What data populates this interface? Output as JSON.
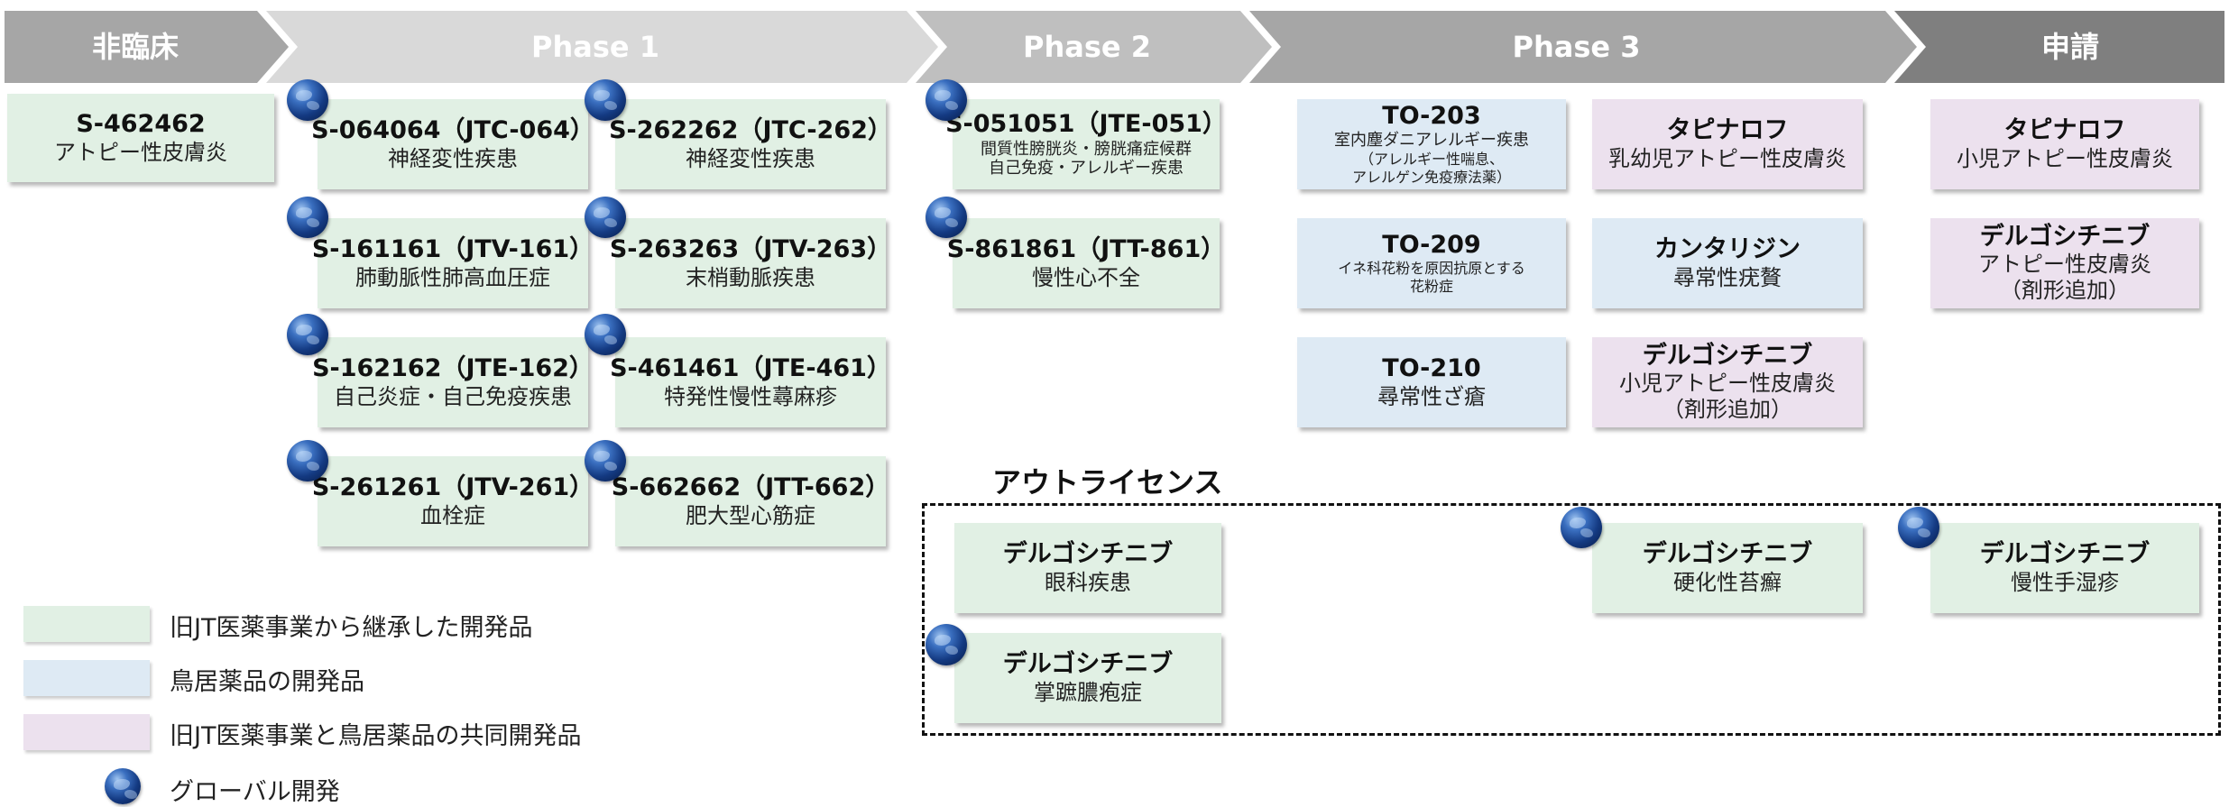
{
  "phases": [
    "非臨床",
    "Phase 1",
    "Phase 2",
    "Phase 3",
    "申請"
  ],
  "colors": {
    "green": "#e1f0e4",
    "blue": "#deeaf4",
    "pink": "#ece1ee",
    "phase_nonclinical": "#a6a6a6",
    "phase_1": "#d9d9d9",
    "phase_2": "#bfbfbf",
    "phase_3": "#a6a6a6",
    "phase_filing": "#7f7f7f"
  },
  "nonclinical": [
    {
      "title": "S-462462",
      "sub": "アトピー性皮膚炎"
    }
  ],
  "phase1": [
    {
      "title": "S-064064（JTC-064）",
      "sub": "神経変性疾患"
    },
    {
      "title": "S-262262（JTC-262）",
      "sub": "神経変性疾患"
    },
    {
      "title": "S-161161（JTV-161）",
      "sub": "肺動脈性肺高血圧症"
    },
    {
      "title": "S-263263（JTV-263）",
      "sub": "末梢動脈疾患"
    },
    {
      "title": "S-162162（JTE-162）",
      "sub": "自己炎症・自己免疫疾患"
    },
    {
      "title": "S-461461（JTE-461）",
      "sub": "特発性慢性蕁麻疹"
    },
    {
      "title": "S-261261（JTV-261）",
      "sub": "血栓症"
    },
    {
      "title": "S-662662（JTT-662）",
      "sub": "肥大型心筋症"
    }
  ],
  "phase2": [
    {
      "title": "S-051051（JTE-051）",
      "sub1": "間質性膀胱炎・膀胱痛症候群",
      "sub2": "自己免疫・アレルギー疾患"
    },
    {
      "title": "S-861861（JTT-861）",
      "sub": "慢性心不全"
    }
  ],
  "phase3": [
    {
      "title": "TO-203",
      "sub1": "室内塵ダニアレルギー疾患",
      "sub2": "（アレルギー性喘息、",
      "sub3": "アレルゲン免疫療法薬）"
    },
    {
      "title": "タピナロフ",
      "sub": "乳幼児アトピー性皮膚炎"
    },
    {
      "title": "TO-209",
      "sub1": "イネ科花粉を原因抗原とする",
      "sub2": "花粉症"
    },
    {
      "title": "カンタリジン",
      "sub": "尋常性疣贅"
    },
    {
      "title": "TO-210",
      "sub": "尋常性ざ瘡"
    },
    {
      "title": "デルゴシチニブ",
      "sub1": "小児アトピー性皮膚炎",
      "sub2": "（剤形追加）"
    }
  ],
  "filing": [
    {
      "title": "タピナロフ",
      "sub": "小児アトピー性皮膚炎"
    },
    {
      "title": "デルゴシチニブ",
      "sub1": "アトピー性皮膚炎",
      "sub2": "（剤形追加）"
    }
  ],
  "outlicense": {
    "title": "アウトライセンス",
    "items": [
      {
        "title": "デルゴシチニブ",
        "sub": "眼科疾患"
      },
      {
        "title": "デルゴシチニブ",
        "sub": "掌蹠膿疱症"
      },
      {
        "title": "デルゴシチニブ",
        "sub": "硬化性苔癬"
      },
      {
        "title": "デルゴシチニブ",
        "sub": "慢性手湿疹"
      }
    ]
  },
  "legend": [
    {
      "text": "旧JT医薬事業から継承した開発品",
      "color": "green"
    },
    {
      "text": "鳥居薬品の開発品",
      "color": "blue"
    },
    {
      "text": "旧JT医薬事業と鳥居薬品の共同開発品",
      "color": "pink"
    },
    {
      "text": "グローバル開発",
      "icon": "globe-icon"
    }
  ]
}
